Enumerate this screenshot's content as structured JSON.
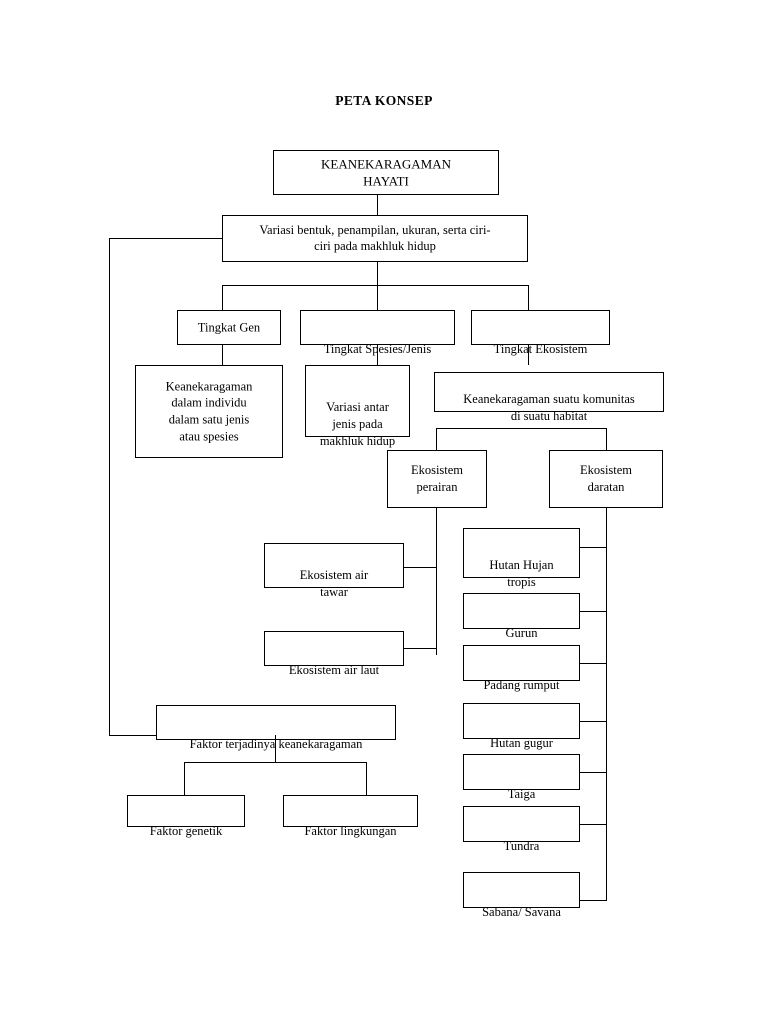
{
  "page": {
    "title": "PETA KONSEP",
    "background_color": "#ffffff",
    "line_color": "#000000",
    "text_color": "#000000"
  },
  "diagram": {
    "type": "concept-map",
    "root": "KEANEKARAGAMAN HAYATI",
    "nodes": {
      "root": "KEANEKARAGAMAN\nHAYATI",
      "definition": "Variasi bentuk, penampilan, ukuran, serta ciri-\nciri pada makhluk hidup",
      "level_gen": "Tingkat Gen",
      "level_spesies": "Tingkat Spesies/Jenis",
      "level_ekosistem": "Tingkat Ekosistem",
      "gen_desc": "Keanekaragaman\ndalam individu\ndalam satu jenis\natau spesies",
      "spesies_desc": "Variasi antar\njenis pada\nmakhluk hidup",
      "ekosistem_desc": "Keanekaragaman suatu komunitas\ndi suatu habitat",
      "ekosistem_perairan": "Ekosistem\nperairan",
      "ekosistem_daratan": "Ekosistem\ndaratan",
      "air_tawar": "Ekosistem air\ntawar",
      "air_laut": "Ekosistem air laut",
      "hutan_hujan": "Hutan Hujan\ntropis",
      "gurun": "Gurun",
      "padang_rumput": "Padang rumput",
      "hutan_gugur": "Hutan gugur",
      "taiga": "Taiga",
      "tundra": "Tundra",
      "sabana": "Sabana/ Savana",
      "faktor": "Faktor terjadinya keanekaragaman",
      "faktor_genetik": "Faktor genetik",
      "faktor_lingkungan": "Faktor lingkungan"
    }
  }
}
